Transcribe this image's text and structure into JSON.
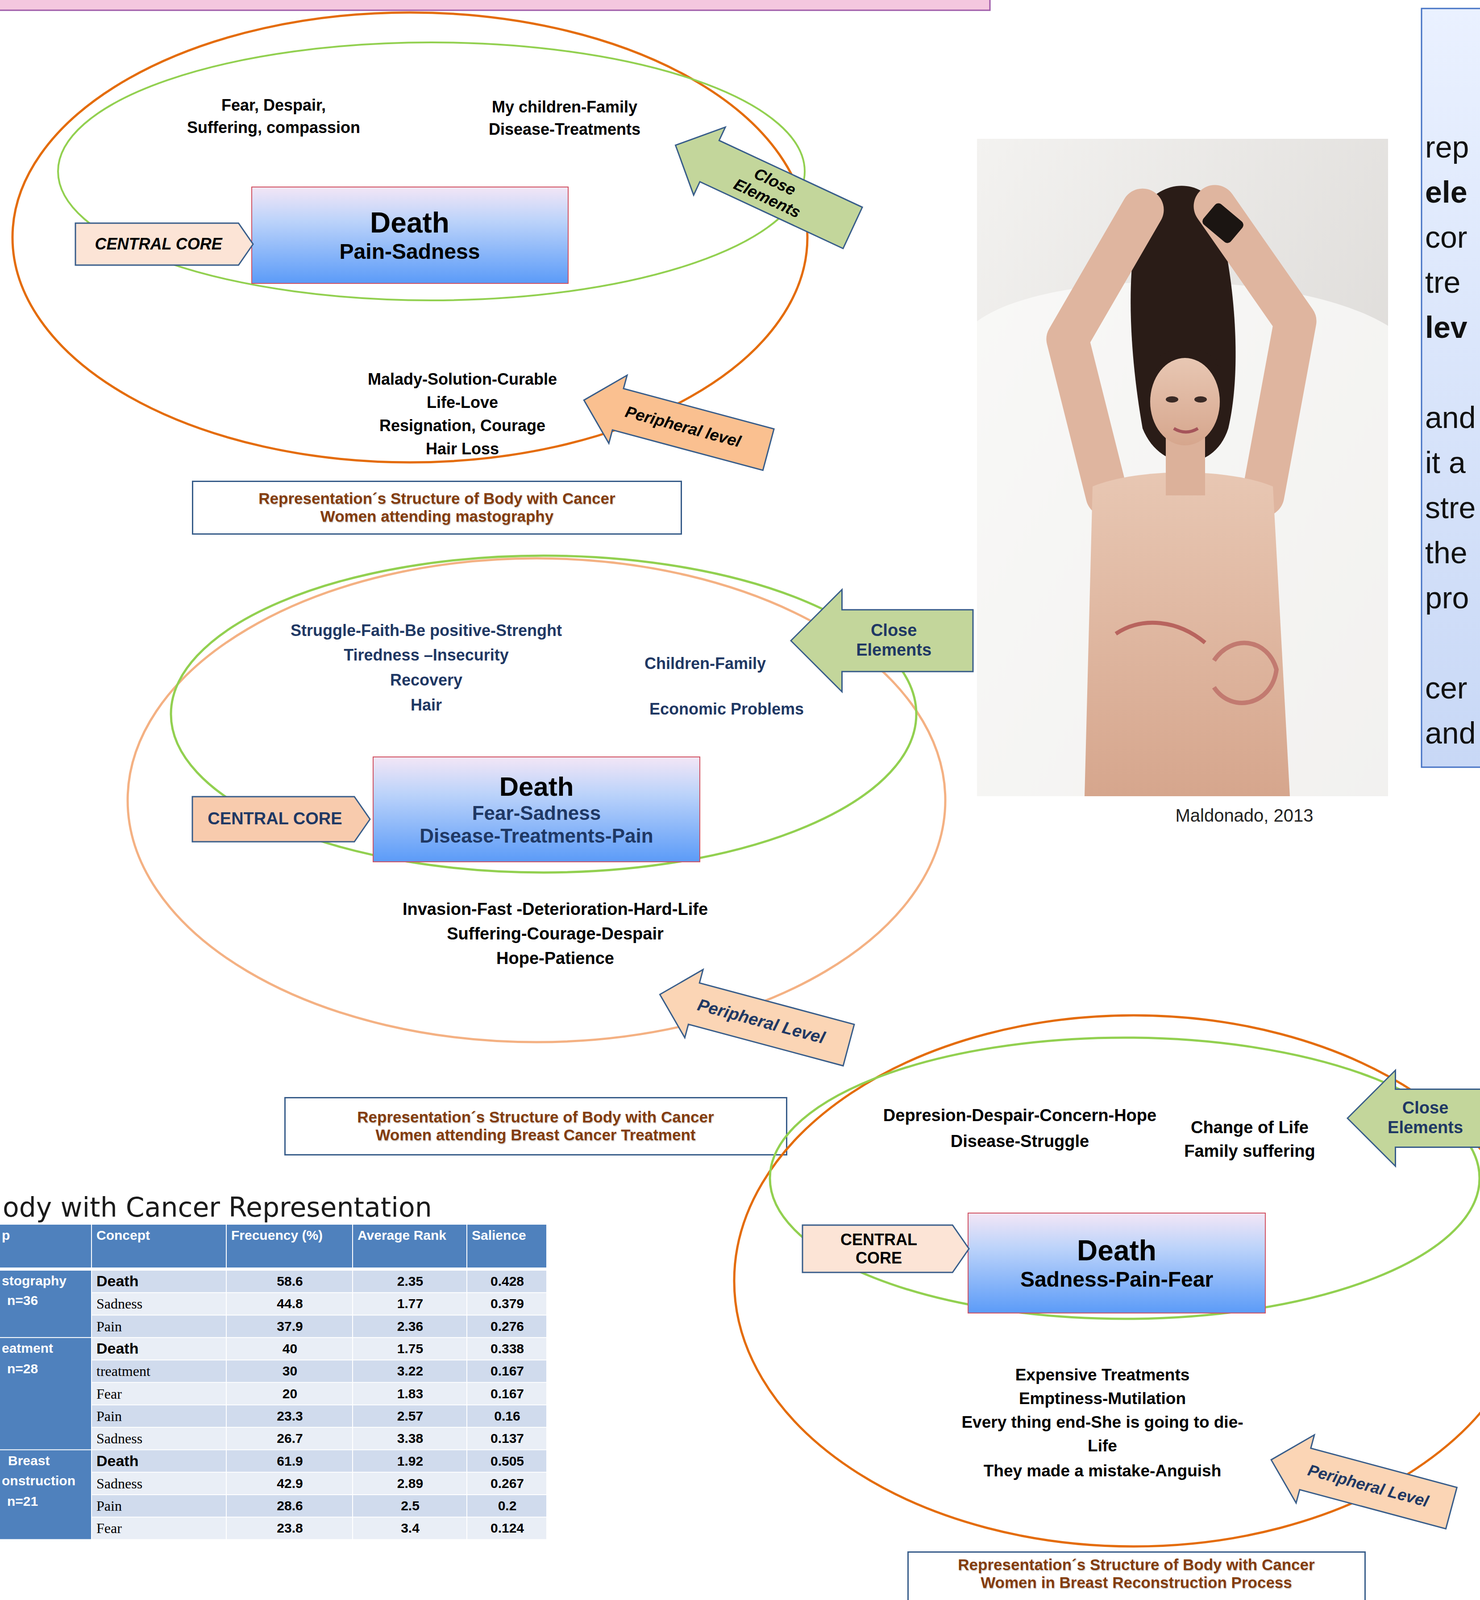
{
  "diagram": {
    "nodes": [
      {
        "text": [
          "Malady-Solution-Curable",
          "Life-Love",
          "Resignation, Courage",
          "Hair Loss"
        ]
      },
      {
        "text": [
          "Fear, Despair,",
          "Suffering, compassion",
          "My children-Family",
          "Disease-Treatments"
        ],
        "in": 0
      },
      {
        "text": [
          "Death",
          "Pain-Sadness"
        ],
        "in": 1
      },
      {
        "text": [
          "CENTRAL CORE"
        ]
      },
      {
        "text": [
          "Close",
          "Elements"
        ]
      },
      {
        "text": [
          "Peripheral level"
        ]
      },
      {
        "text": [
          "Representation´s Structure of Body with Cancer",
          "Women attending mastography"
        ]
      },
      {
        "text": [
          "rep",
          "ele",
          "cor",
          "tre",
          "lev",
          "and",
          "it a",
          "stre",
          "the",
          "pro",
          "cer",
          "and"
        ]
      },
      {
        "text": [
          "Invasion-Fast -Deterioration-Hard-Life",
          "Suffering-Courage-Despair",
          "Hope-Patience"
        ]
      },
      {
        "text": [
          "Struggle-Faith-Be positive-Strenght",
          "Tiredness –Insecurity",
          "Recovery",
          "Hair",
          "Children-Family",
          "Economic Problems"
        ],
        "in": 8
      },
      {
        "text": [
          "Death",
          "Fear-Sadness",
          "Disease-Treatments-Pain"
        ],
        "in": 9
      },
      {
        "text": [
          "CENTRAL CORE"
        ]
      },
      {
        "text": [
          "Close",
          "Elements"
        ]
      },
      {
        "text": [
          "Peripheral Level"
        ]
      },
      {
        "text": [
          "Representation´s Structure of Body with Cancer",
          "Women attending Breast Cancer Treatment"
        ]
      },
      {
        "text": [
          "Expensive Treatments",
          "Emptiness-Mutilation",
          "Every thing end-She is going to die-",
          "Life",
          "They made a mistake-Anguish"
        ]
      },
      {
        "text": [
          "Depresion-Despair-Concern-Hope",
          "Disease-Struggle",
          "Change of Life",
          "Family suffering"
        ],
        "in": 15
      },
      {
        "text": [
          "Death",
          "Sadness-Pain-Fear"
        ],
        "in": 16
      },
      {
        "text": [
          "CENTRAL",
          "CORE"
        ]
      },
      {
        "text": [
          "Close",
          "Elements"
        ]
      },
      {
        "text": [
          "Peripheral Level"
        ]
      },
      {
        "text": [
          "Representation´s Structure of Body with Cancer",
          "Women in Breast Reconstruction Process"
        ]
      }
    ],
    "labels": [
      "Maldonado, 2013",
      "ody with Cancer Representation",
      "p",
      "Concept",
      "Frecuency (%)",
      "Average Rank",
      "Salience",
      "stography",
      "n=36",
      "eatment",
      "n=28",
      "Breast",
      "onstruction",
      "n=21",
      "Death",
      "58.6",
      "2.35",
      "0.428",
      "Sadness",
      "44.8",
      "1.77",
      "0.379",
      "Pain",
      "37.9",
      "2.36",
      "0.276",
      "Death",
      "40",
      "1.75",
      "0.338",
      "treatment",
      "30",
      "3.22",
      "0.167",
      "Fear",
      "20",
      "1.83",
      "0.167",
      "Pain",
      "23.3",
      "2.57",
      "0.16",
      "Sadness",
      "26.7",
      "3.38",
      "0.137",
      "Death",
      "61.9",
      "1.92",
      "0.505",
      "Sadness",
      "42.9",
      "2.89",
      "0.267",
      "Pain",
      "28.6",
      "2.5",
      "0.2",
      "Fear",
      "23.8",
      "3.4",
      "0.124"
    ]
  }
}
